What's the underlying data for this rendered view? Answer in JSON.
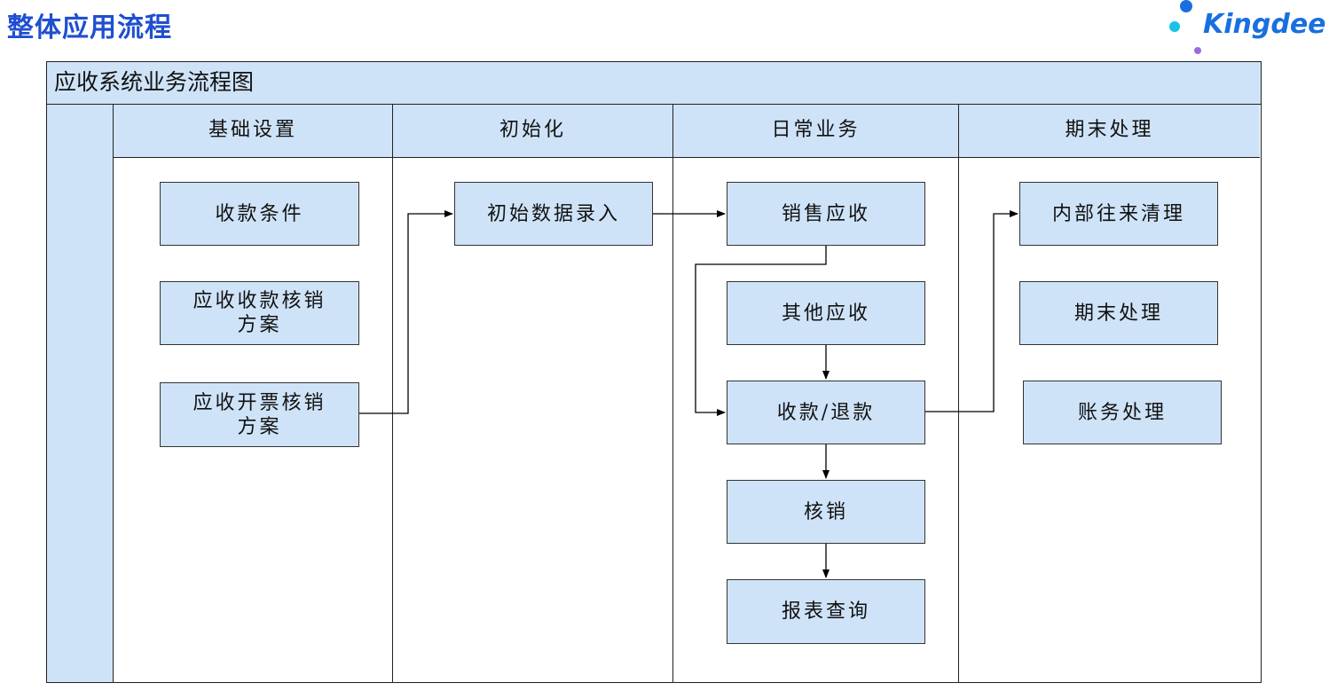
{
  "header": {
    "title": "整体应用流程",
    "logo_text": "Kingdee"
  },
  "diagram": {
    "title": "应收系统业务流程图",
    "lanes": [
      {
        "label": "基础设置"
      },
      {
        "label": "初始化"
      },
      {
        "label": "日常业务"
      },
      {
        "label": "期末处理"
      }
    ],
    "nodes": {
      "payment_terms": "收款条件",
      "ar_receipt_writeoff_scheme": "应收收款核销\n方案",
      "ar_invoice_writeoff_scheme": "应收开票核销\n方案",
      "initial_data_entry": "初始数据录入",
      "sales_receivable": "销售应收",
      "other_receivable": "其他应收",
      "receipt_refund": "收款/退款",
      "writeoff": "核销",
      "report_query": "报表查询",
      "internal_clearing": "内部往来清理",
      "period_end": "期末处理",
      "accounting": "账务处理"
    }
  },
  "colors": {
    "box_fill": "#cfe3f8",
    "title_blue": "#1f4fd1",
    "logo_blue": "#1a6fe0"
  }
}
